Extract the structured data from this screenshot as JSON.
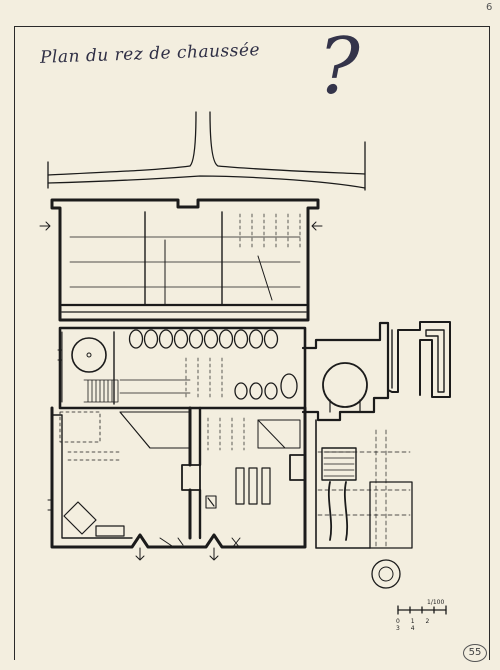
{
  "drawing": {
    "title": "Plan du rez de chaussée",
    "annotation_mark": "?",
    "corner_number": "6",
    "scale_label": "1/100",
    "scale_ticks": [
      "0",
      "1",
      "2",
      "3",
      "4"
    ],
    "page_number": "55"
  }
}
